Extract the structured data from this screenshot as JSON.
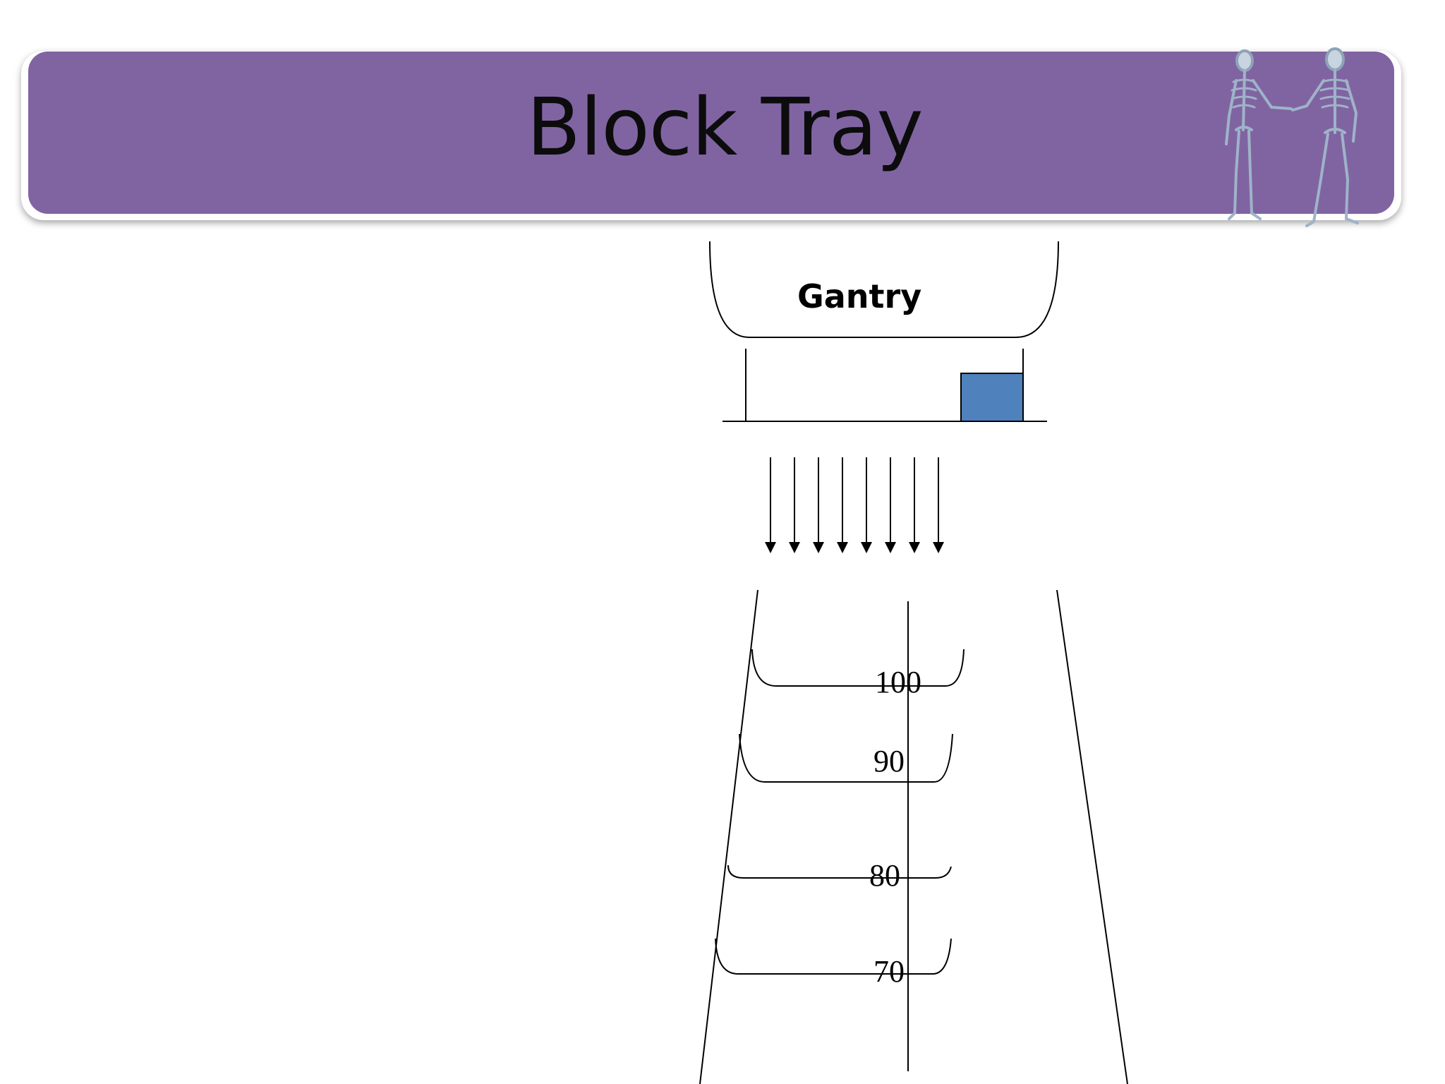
{
  "slide": {
    "title": "Block Tray",
    "banner_color": "#8064a2",
    "decoration_icon": "skeletons-handshake-icon"
  },
  "diagram": {
    "gantry_label": "Gantry",
    "block_color": "#4f81bd",
    "beam_arrow_count": 8,
    "isodose_labels": [
      "100",
      "90",
      "80",
      "70"
    ]
  }
}
